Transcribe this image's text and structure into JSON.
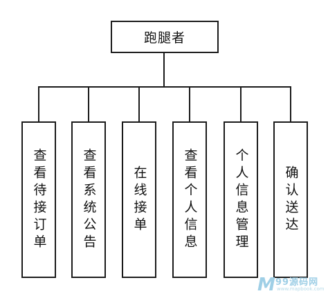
{
  "root": {
    "label": "跑腿者"
  },
  "children": [
    {
      "label": "查看待接订单"
    },
    {
      "label": "查看系统公告"
    },
    {
      "label": "在线接单"
    },
    {
      "label": "查看个人信息"
    },
    {
      "label": "个人信息管理"
    },
    {
      "label": "确认送达"
    }
  ],
  "watermark": {
    "logo": "M",
    "text": "99源码网",
    "url": "www.mapbook.com"
  },
  "colors": {
    "line": "#1a1a1a",
    "watermark": "#9fcfe6"
  }
}
